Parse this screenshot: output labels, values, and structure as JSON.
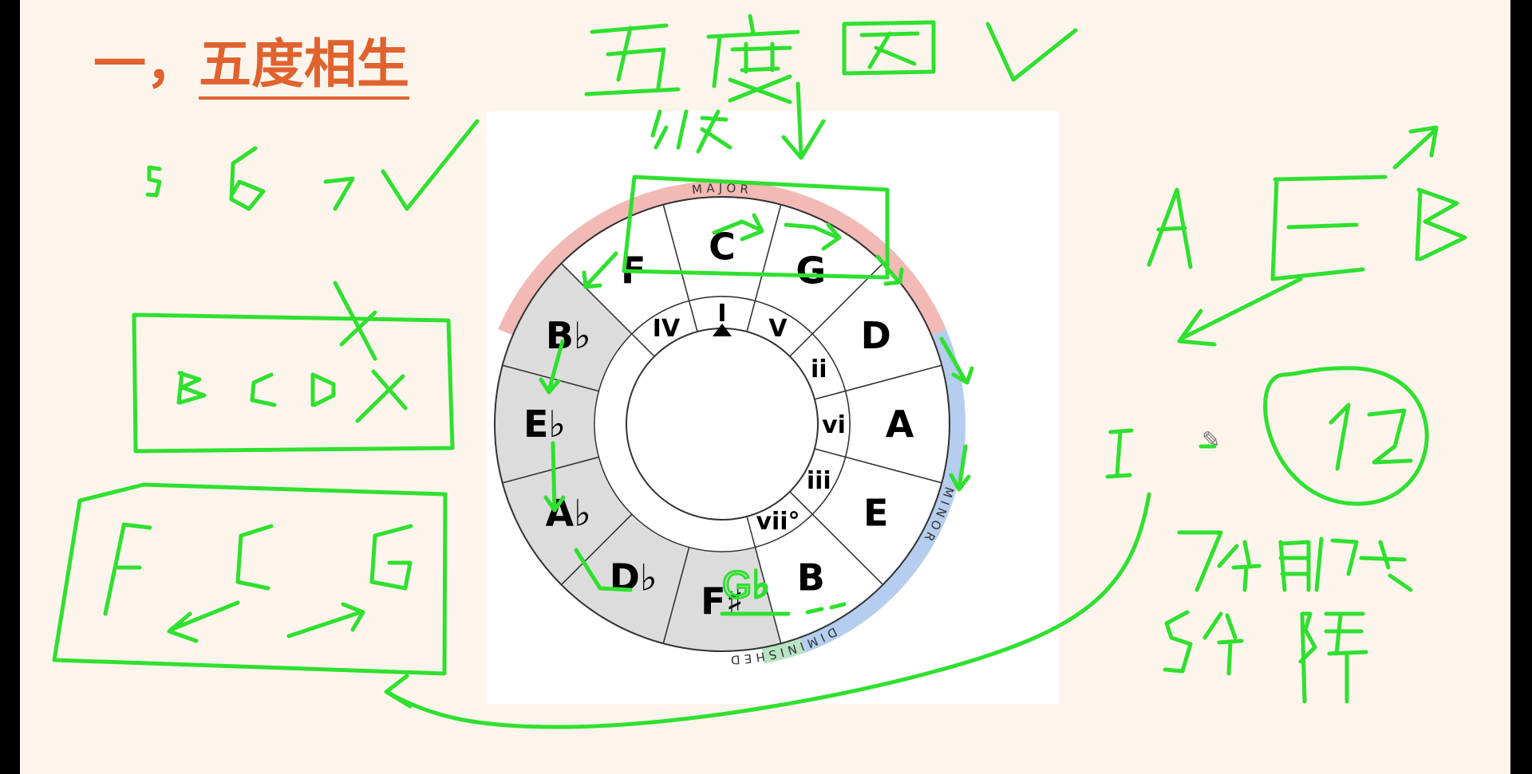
{
  "slide": {
    "heading_prefix": "一，",
    "heading_main": "五度相生"
  },
  "wheel": {
    "arc_labels": {
      "major": "MAJOR",
      "minor": "MINOR",
      "diminished": "DIMINISHED"
    },
    "arc_colors": {
      "major": "#f2b9b5",
      "minor": "#b5cdee",
      "diminished": "#b9e4c4"
    },
    "key_notes": [
      "C",
      "G",
      "D",
      "A",
      "E",
      "B",
      "F♯",
      "D♭",
      "A♭",
      "E♭",
      "B♭",
      "F"
    ],
    "roman_numerals": [
      "I",
      "V",
      "ii",
      "vi",
      "iii",
      "vii°",
      "IV"
    ],
    "shaded_color": "#dcdcdc"
  },
  "annotations": {
    "top_title": "五度圈",
    "top_sub": "依",
    "left_digits": "s 6 7",
    "box_1_text": "B C D",
    "box_2_letters": [
      "F",
      "C",
      "G"
    ],
    "right_letters": [
      "A",
      "E",
      "B"
    ],
    "circled_number": "12",
    "right_i": "I",
    "natural_line": "7个自然",
    "flat_line": "5个降",
    "g_flat_note": "G♭",
    "ink_color": "#2fe02f"
  }
}
